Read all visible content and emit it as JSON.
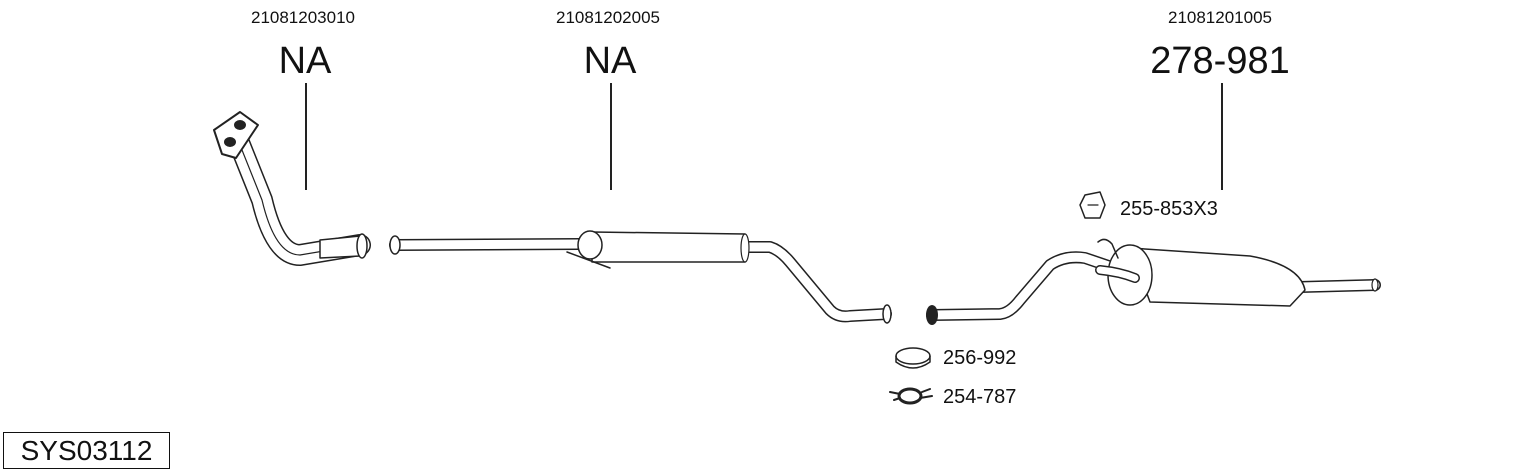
{
  "assemblies": [
    {
      "oe_number": "21081203010",
      "part_number": "NA",
      "name": "front-pipe"
    },
    {
      "oe_number": "21081202005",
      "part_number": "NA",
      "name": "middle-silencer"
    },
    {
      "oe_number": "21081201005",
      "part_number": "278-981",
      "name": "rear-silencer"
    }
  ],
  "accessories": [
    {
      "part_number": "255-853X3",
      "icon": "rubber-mount-icon"
    },
    {
      "part_number": "256-992",
      "icon": "sealing-ring-icon"
    },
    {
      "part_number": "254-787",
      "icon": "pipe-clamp-icon"
    }
  ],
  "system_code": "SYS03112"
}
